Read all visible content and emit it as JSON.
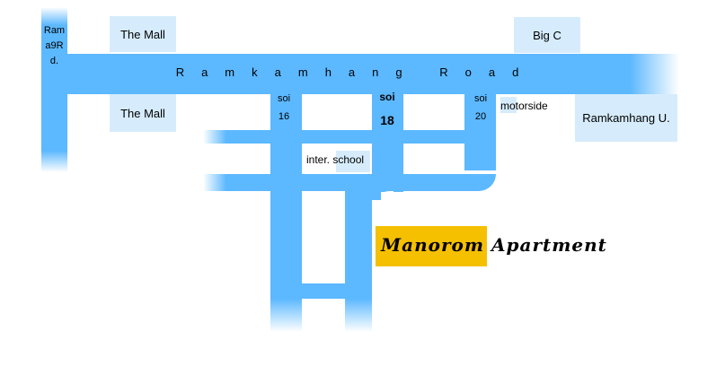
{
  "roads": {
    "rama": "Rama9Rd.",
    "ramkamhang": "Ramkamhang Road"
  },
  "places": {
    "mall_top": "The Mall",
    "mall_bottom": "The Mall",
    "big_c": "Big C",
    "ramkamhang_u": "Ramkamhang U.",
    "motorside": "motorside",
    "school": "inter. school",
    "apartment": "Manorom Apartment"
  },
  "sois": {
    "soi16": {
      "word": "soi",
      "num": "16"
    },
    "soi18": {
      "word": "soi",
      "num": "18"
    },
    "soi20": {
      "word": "soi",
      "num": "20"
    }
  },
  "colors": {
    "road": "#5cb8ff",
    "landmark_box": "#d6ecfc",
    "apartment_highlight": "#f5c000"
  }
}
